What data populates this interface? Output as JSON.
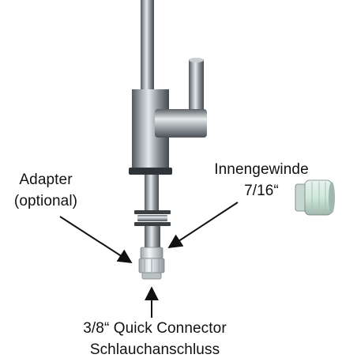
{
  "labels": {
    "adapter_line1": "Adapter",
    "adapter_line2": "(optional)",
    "thread_line1": "Innengewinde",
    "thread_line2": "7/16“",
    "connector_line1": "3/8“ Quick Connector",
    "connector_line2": "Schlauchanschluss"
  },
  "colors": {
    "chrome_light": "#d9dde0",
    "chrome_mid": "#9aa1a6",
    "chrome_dark": "#4a5055",
    "fitting_plastic": "#dfe5e8",
    "fitting_tint": "#cfeee2",
    "arrow": "#111111"
  },
  "icons": [
    "faucet-icon",
    "push-fit-fitting-icon",
    "arrow-icon"
  ]
}
